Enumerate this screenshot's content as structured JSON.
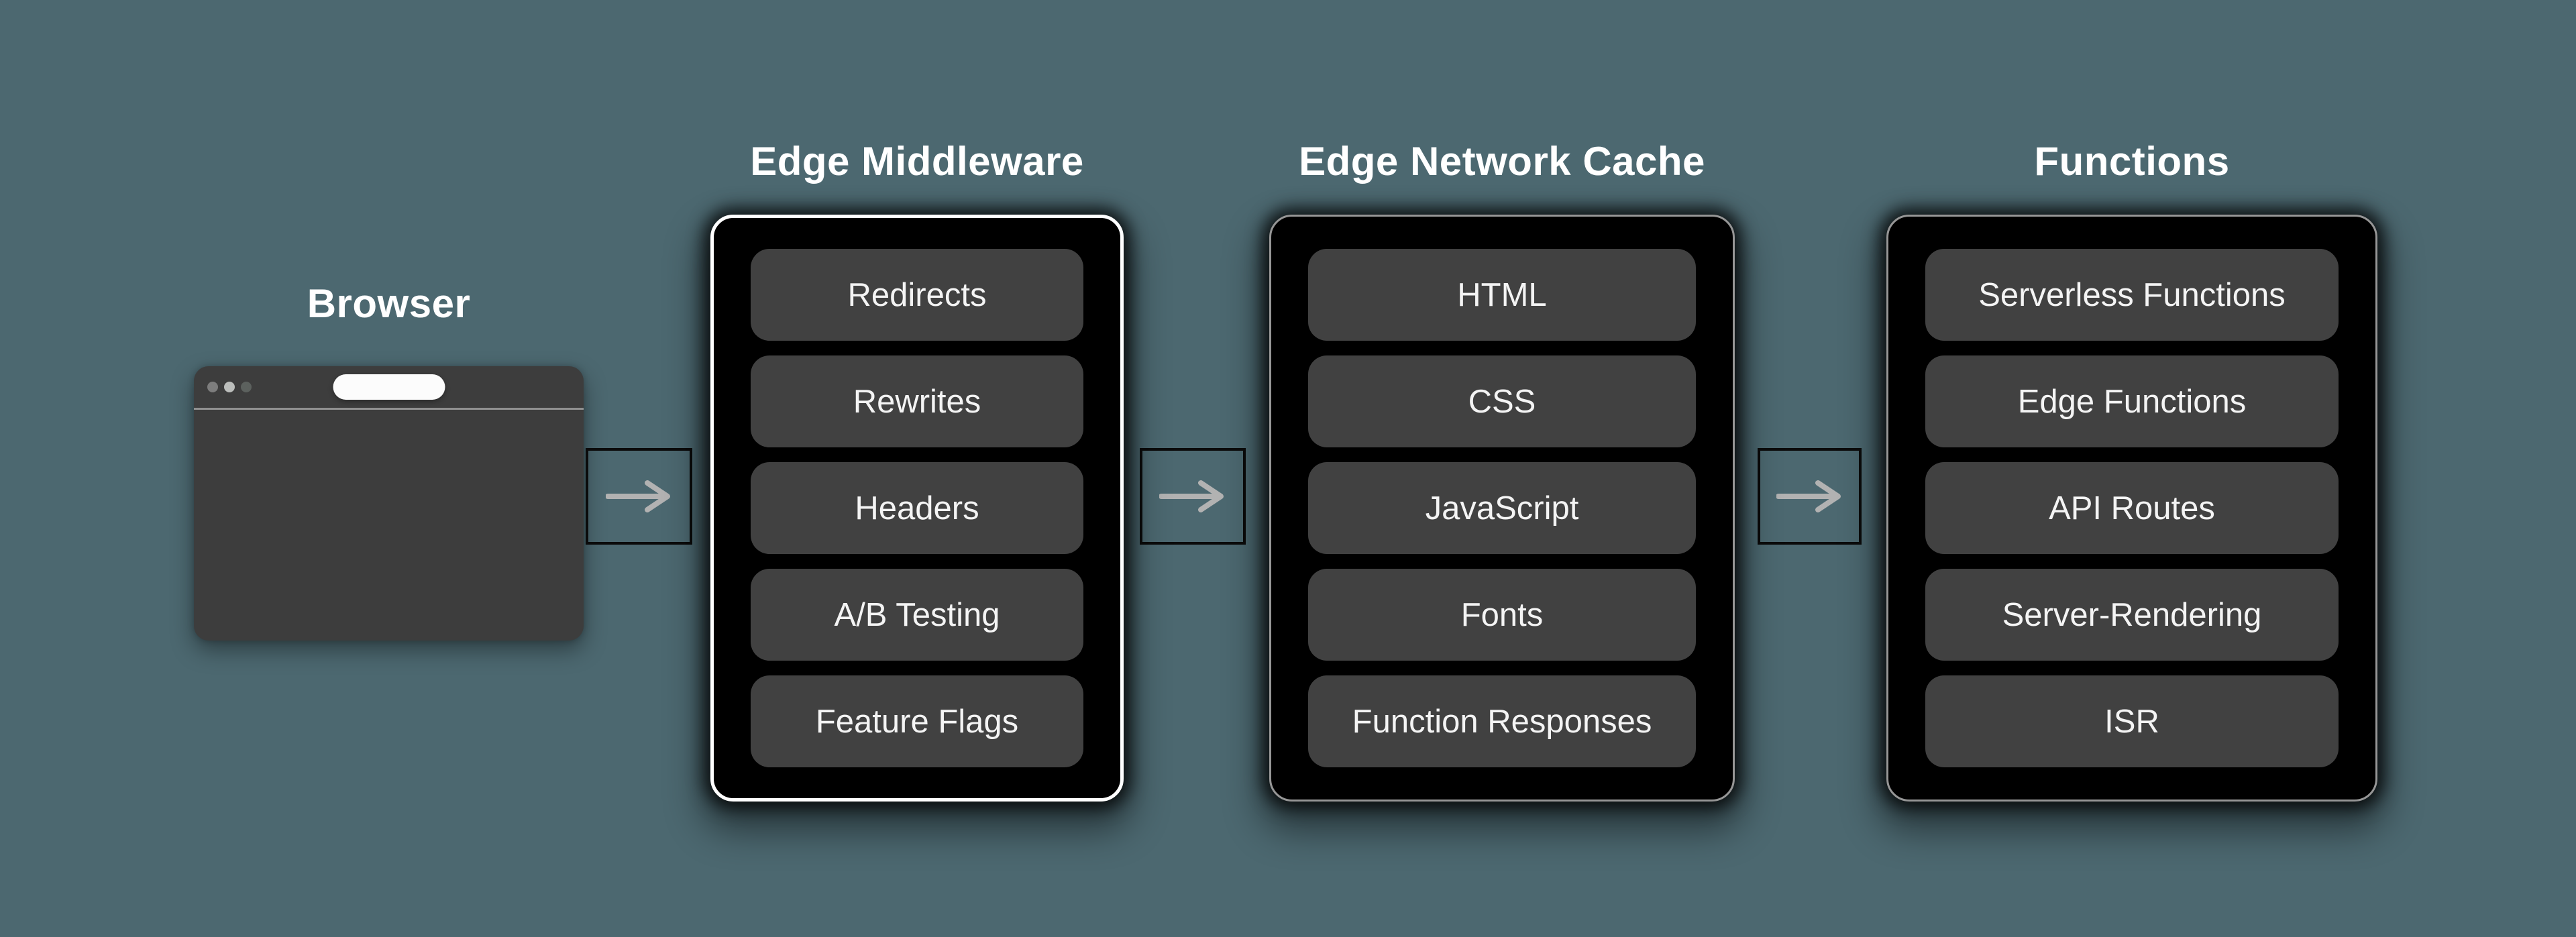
{
  "colors": {
    "background": "#4C6870",
    "panel_bg": "#000000",
    "panel_border": "#969696",
    "highlight_border": "#FFFFFF",
    "chip_bg": "#414141",
    "chip_text": "#F4F4F4",
    "title_text": "#FFFFFF",
    "browser_bg": "#3D3D3D",
    "browser_divider": "#909090",
    "url_bar_bg": "#FCFCFC",
    "arrow": "#B2B2B2",
    "connector_border": "#0B0B0B",
    "dot1": "#7D7D7D",
    "dot2": "#BCBEBC",
    "dot3": "#5C615E"
  },
  "browser": {
    "label": "Browser"
  },
  "panels": [
    {
      "title": "Edge Middleware",
      "highlighted": true,
      "items": [
        "Redirects",
        "Rewrites",
        "Headers",
        "A/B Testing",
        "Feature Flags"
      ]
    },
    {
      "title": "Edge Network Cache",
      "highlighted": false,
      "items": [
        "HTML",
        "CSS",
        "JavaScript",
        "Fonts",
        "Function Responses"
      ]
    },
    {
      "title": "Functions",
      "highlighted": false,
      "items": [
        "Serverless Functions",
        "Edge Functions",
        "API Routes",
        "Server-Rendering",
        "ISR"
      ]
    }
  ]
}
